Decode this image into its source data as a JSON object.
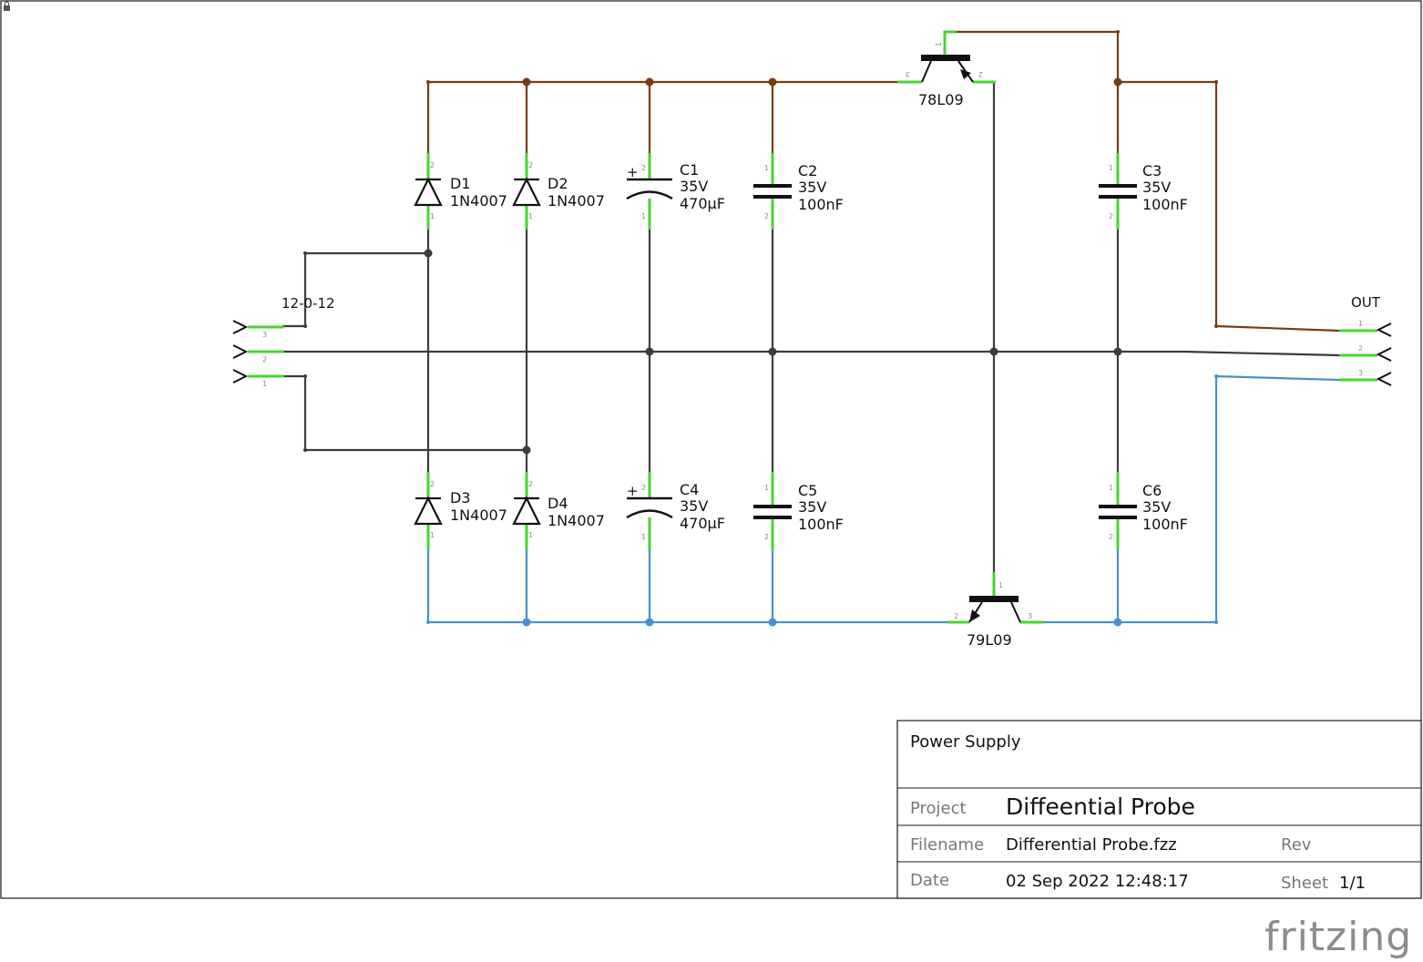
{
  "title_block": {
    "sheet_title": "Power Supply",
    "project_label": "Project",
    "project_value": "Diffeential Probe",
    "filename_label": "Filename",
    "filename_value": "Differential Probe.fzz",
    "rev_label": "Rev",
    "rev_value": "",
    "date_label": "Date",
    "date_value": "02 Sep 2022 12:48:17",
    "sheet_label": "Sheet",
    "sheet_value": "1/1"
  },
  "logo": "fritzing",
  "connectors": {
    "input_label": "12-0-12",
    "output_label": "OUT",
    "input_pins": [
      "3",
      "2",
      "1"
    ],
    "output_pins": [
      "1",
      "2",
      "3"
    ]
  },
  "components": {
    "D1": {
      "ref": "D1",
      "value": "1N4007"
    },
    "D2": {
      "ref": "D2",
      "value": "1N4007"
    },
    "D3": {
      "ref": "D3",
      "value": "1N4007"
    },
    "D4": {
      "ref": "D4",
      "value": "1N4007"
    },
    "C1": {
      "ref": "C1",
      "voltage": "35V",
      "value": "470µF"
    },
    "C2": {
      "ref": "C2",
      "voltage": "35V",
      "value": "100nF"
    },
    "C3": {
      "ref": "C3",
      "voltage": "35V",
      "value": "100nF"
    },
    "C4": {
      "ref": "C4",
      "voltage": "35V",
      "value": "470µF"
    },
    "C5": {
      "ref": "C5",
      "voltage": "35V",
      "value": "100nF"
    },
    "C6": {
      "ref": "C6",
      "voltage": "35V",
      "value": "100nF"
    },
    "U1": {
      "ref": "78L09"
    },
    "U2": {
      "ref": "79L09"
    }
  },
  "pin_labels": {
    "p1": "1",
    "p2": "2",
    "p3": "3",
    "plus": "+"
  },
  "colors": {
    "positive_wire": "#7a3b10",
    "ground_wire": "#3c3c3c",
    "negative_wire": "#4a8fd0",
    "pin_highlight": "#4bd236",
    "border": "#1a1a1a",
    "logo": "#8c8c8c"
  }
}
